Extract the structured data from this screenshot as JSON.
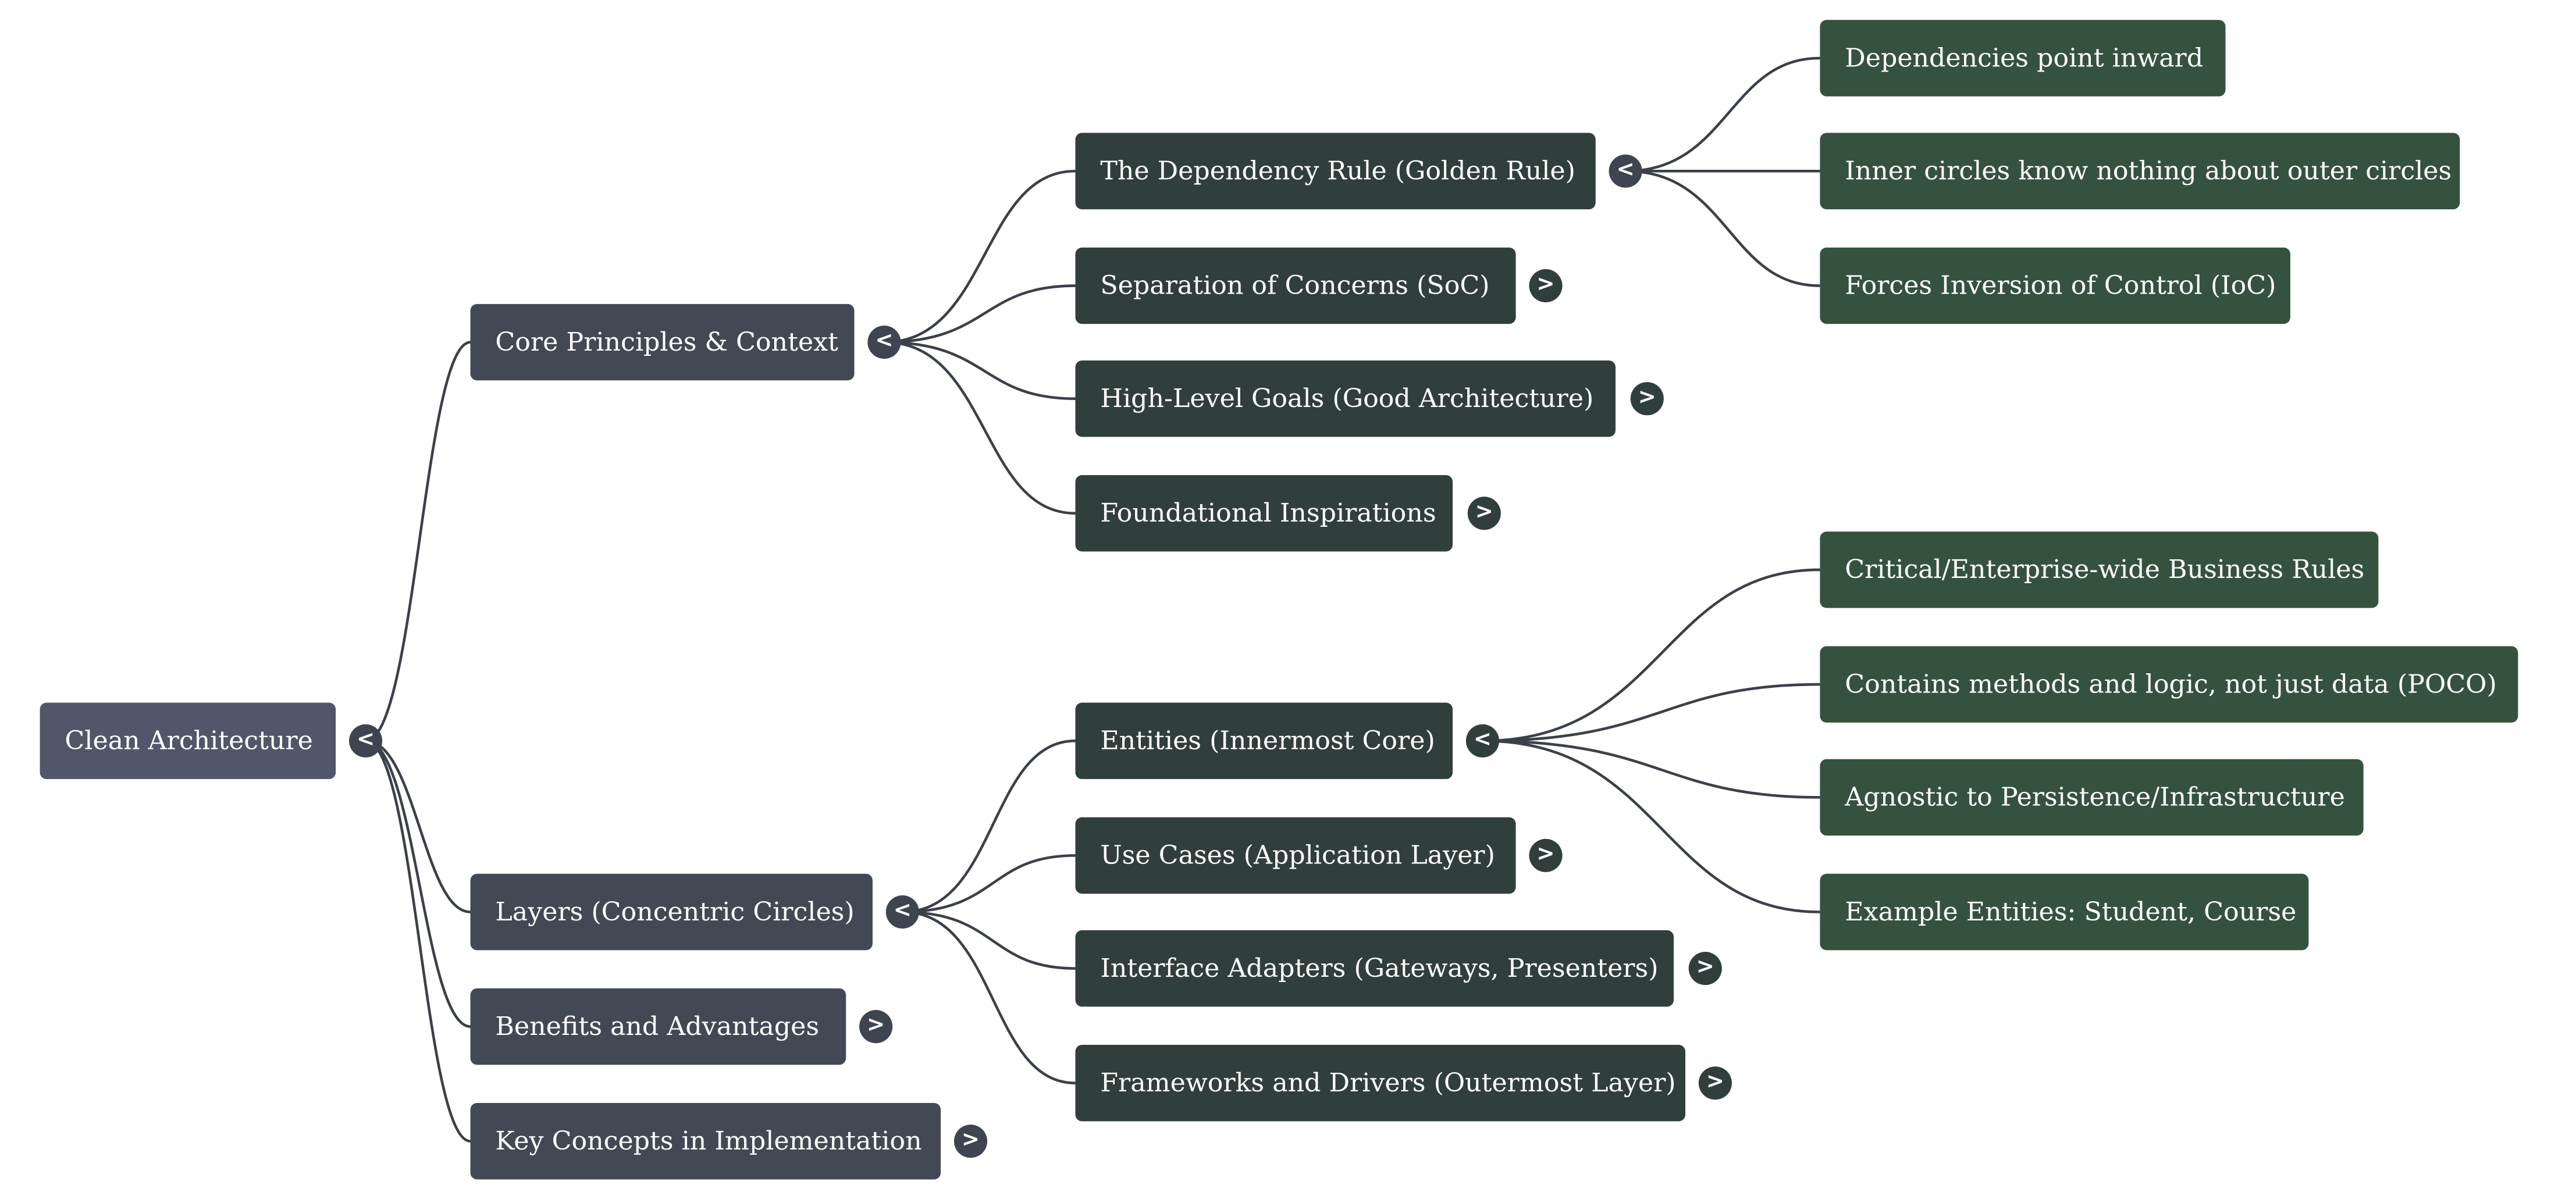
{
  "mindmap": {
    "root": {
      "label": "Clean Architecture",
      "toggle": "<"
    },
    "core": {
      "label": "Core Principles & Context",
      "toggle": "<",
      "dependency_rule": {
        "label": "The Dependency Rule (Golden Rule)",
        "toggle": "<",
        "children": [
          "Dependencies point inward",
          "Inner circles know nothing about outer circles",
          "Forces Inversion of Control (IoC)"
        ]
      },
      "separation": {
        "label": "Separation of Concerns (SoC)",
        "toggle": ">"
      },
      "goals": {
        "label": "High-Level Goals (Good Architecture)",
        "toggle": ">"
      },
      "inspirations": {
        "label": "Foundational Inspirations",
        "toggle": ">"
      }
    },
    "layers": {
      "label": "Layers (Concentric Circles)",
      "toggle": "<",
      "entities": {
        "label": "Entities (Innermost Core)",
        "toggle": "<",
        "children": [
          "Critical/Enterprise-wide Business Rules",
          "Contains methods and logic, not just data (POCO)",
          "Agnostic to Persistence/Infrastructure",
          "Example Entities: Student, Course"
        ]
      },
      "use_cases": {
        "label": "Use Cases (Application Layer)",
        "toggle": ">"
      },
      "adapters": {
        "label": "Interface Adapters (Gateways, Presenters)",
        "toggle": ">"
      },
      "frameworks": {
        "label": "Frameworks and Drivers (Outermost Layer)",
        "toggle": ">"
      }
    },
    "benefits": {
      "label": "Benefits and Advantages",
      "toggle": ">"
    },
    "key_concepts": {
      "label": "Key Concepts in Implementation",
      "toggle": ">"
    }
  }
}
